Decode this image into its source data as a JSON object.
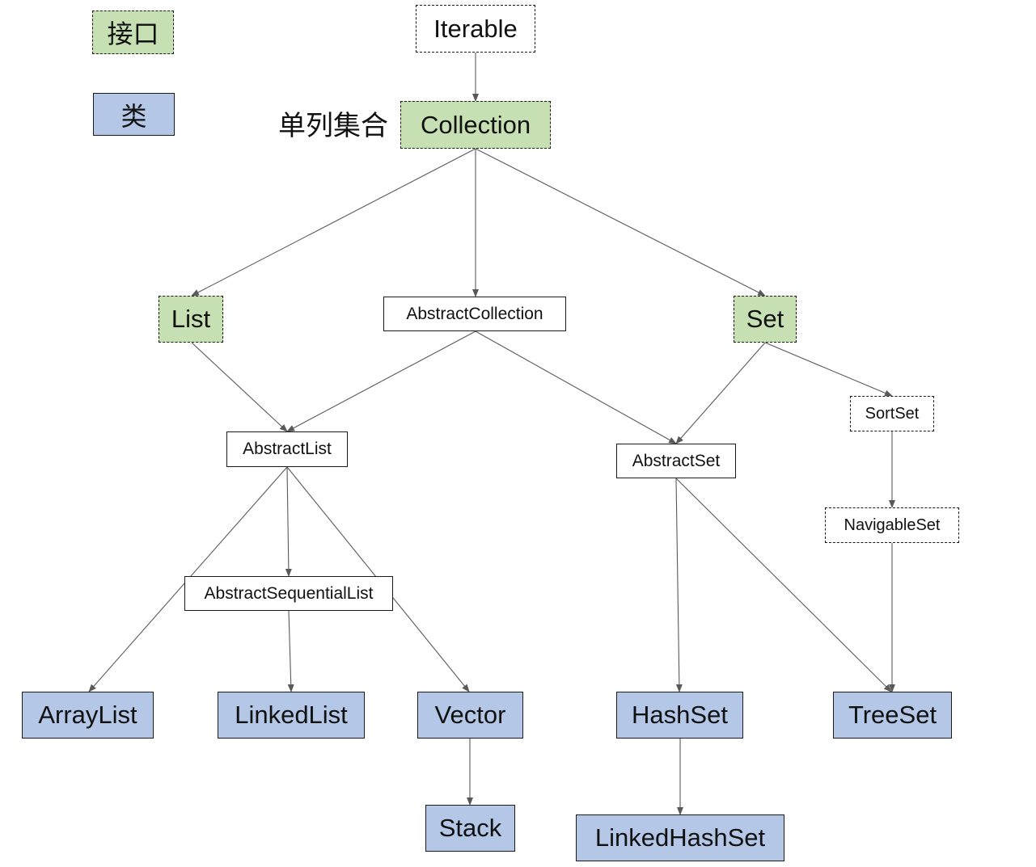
{
  "legend": {
    "interface_label": "接口",
    "class_label": "类"
  },
  "caption": "单列集合",
  "nodes": {
    "iterable": "Iterable",
    "collection": "Collection",
    "list": "List",
    "abstract_collection": "AbstractCollection",
    "set": "Set",
    "abstract_list": "AbstractList",
    "abstract_set": "AbstractSet",
    "sort_set": "SortSet",
    "navigable_set": "NavigableSet",
    "abstract_sequential_list": "AbstractSequentialList",
    "array_list": "ArrayList",
    "linked_list": "LinkedList",
    "vector": "Vector",
    "hash_set": "HashSet",
    "tree_set": "TreeSet",
    "stack": "Stack",
    "linked_hash_set": "LinkedHashSet"
  },
  "edges": [
    {
      "from": "collection",
      "to": "iterable"
    },
    {
      "from": "list",
      "to": "collection"
    },
    {
      "from": "abstract_collection",
      "to": "collection"
    },
    {
      "from": "set",
      "to": "collection"
    },
    {
      "from": "abstract_list",
      "to": "list"
    },
    {
      "from": "abstract_list",
      "to": "abstract_collection"
    },
    {
      "from": "abstract_set",
      "to": "abstract_collection"
    },
    {
      "from": "abstract_set",
      "to": "set"
    },
    {
      "from": "sort_set",
      "to": "set"
    },
    {
      "from": "navigable_set",
      "to": "sort_set"
    },
    {
      "from": "array_list",
      "to": "abstract_list"
    },
    {
      "from": "abstract_sequential_list",
      "to": "abstract_list"
    },
    {
      "from": "vector",
      "to": "abstract_list"
    },
    {
      "from": "linked_list",
      "to": "abstract_sequential_list"
    },
    {
      "from": "hash_set",
      "to": "abstract_set"
    },
    {
      "from": "tree_set",
      "to": "abstract_set"
    },
    {
      "from": "tree_set",
      "to": "navigable_set"
    },
    {
      "from": "stack",
      "to": "vector"
    },
    {
      "from": "linked_hash_set",
      "to": "hash_set"
    }
  ],
  "colors": {
    "interface_fill": "#c6e0b4",
    "class_fill": "#b4c7e7",
    "edge": "#595959"
  }
}
